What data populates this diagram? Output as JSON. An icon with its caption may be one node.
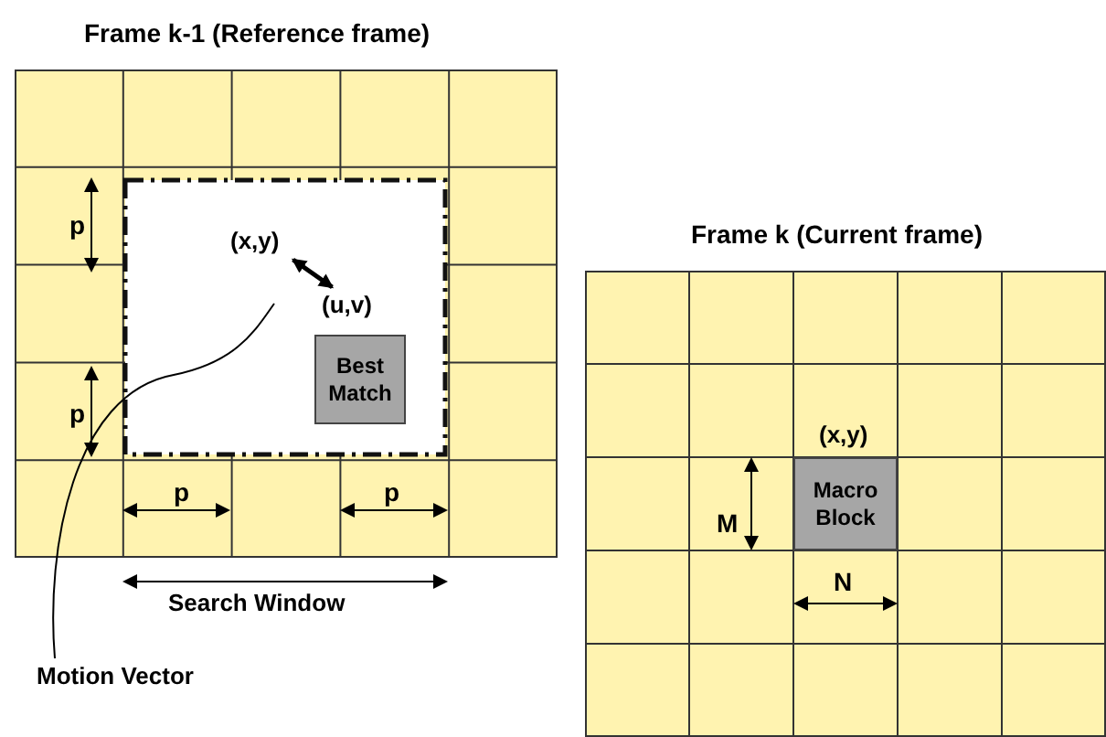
{
  "diagram": {
    "nodes": [
      {
        "text": [
          "Frame k-1 (Reference frame)"
        ]
      },
      {
        "text": [],
        "shape": "box",
        "in": 0
      },
      {
        "text": [
          "Best Match"
        ],
        "in": 1
      },
      {
        "text": [
          "(x,y)"
        ],
        "in": 1
      },
      {
        "text": [
          "(u,v)"
        ],
        "in": 1
      },
      {
        "text": [
          "Motion Vector"
        ]
      },
      {
        "text": [
          "Frame k (Current frame)"
        ]
      },
      {
        "text": [
          "Macro Block"
        ],
        "beside": [
          "(x,y)"
        ],
        "in": 6
      }
    ],
    "edges": [
      {
        "from": 3,
        "to": 4,
        "arrow": "both",
        "style": "thick"
      },
      {
        "from": 5,
        "to": null,
        "arrow": "none"
      }
    ],
    "labels": [
      "p",
      "p",
      "p",
      "p",
      "Search Window",
      "M",
      "N"
    ]
  }
}
